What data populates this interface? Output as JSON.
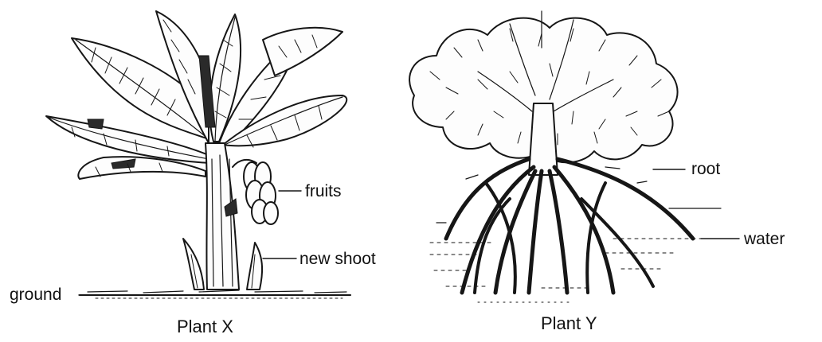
{
  "plant_x": {
    "labels": {
      "fruits": "fruits",
      "new_shoot": "new shoot",
      "ground": "ground"
    },
    "caption": "Plant X"
  },
  "plant_y": {
    "labels": {
      "root": "root",
      "water": "water"
    },
    "caption": "Plant Y"
  }
}
